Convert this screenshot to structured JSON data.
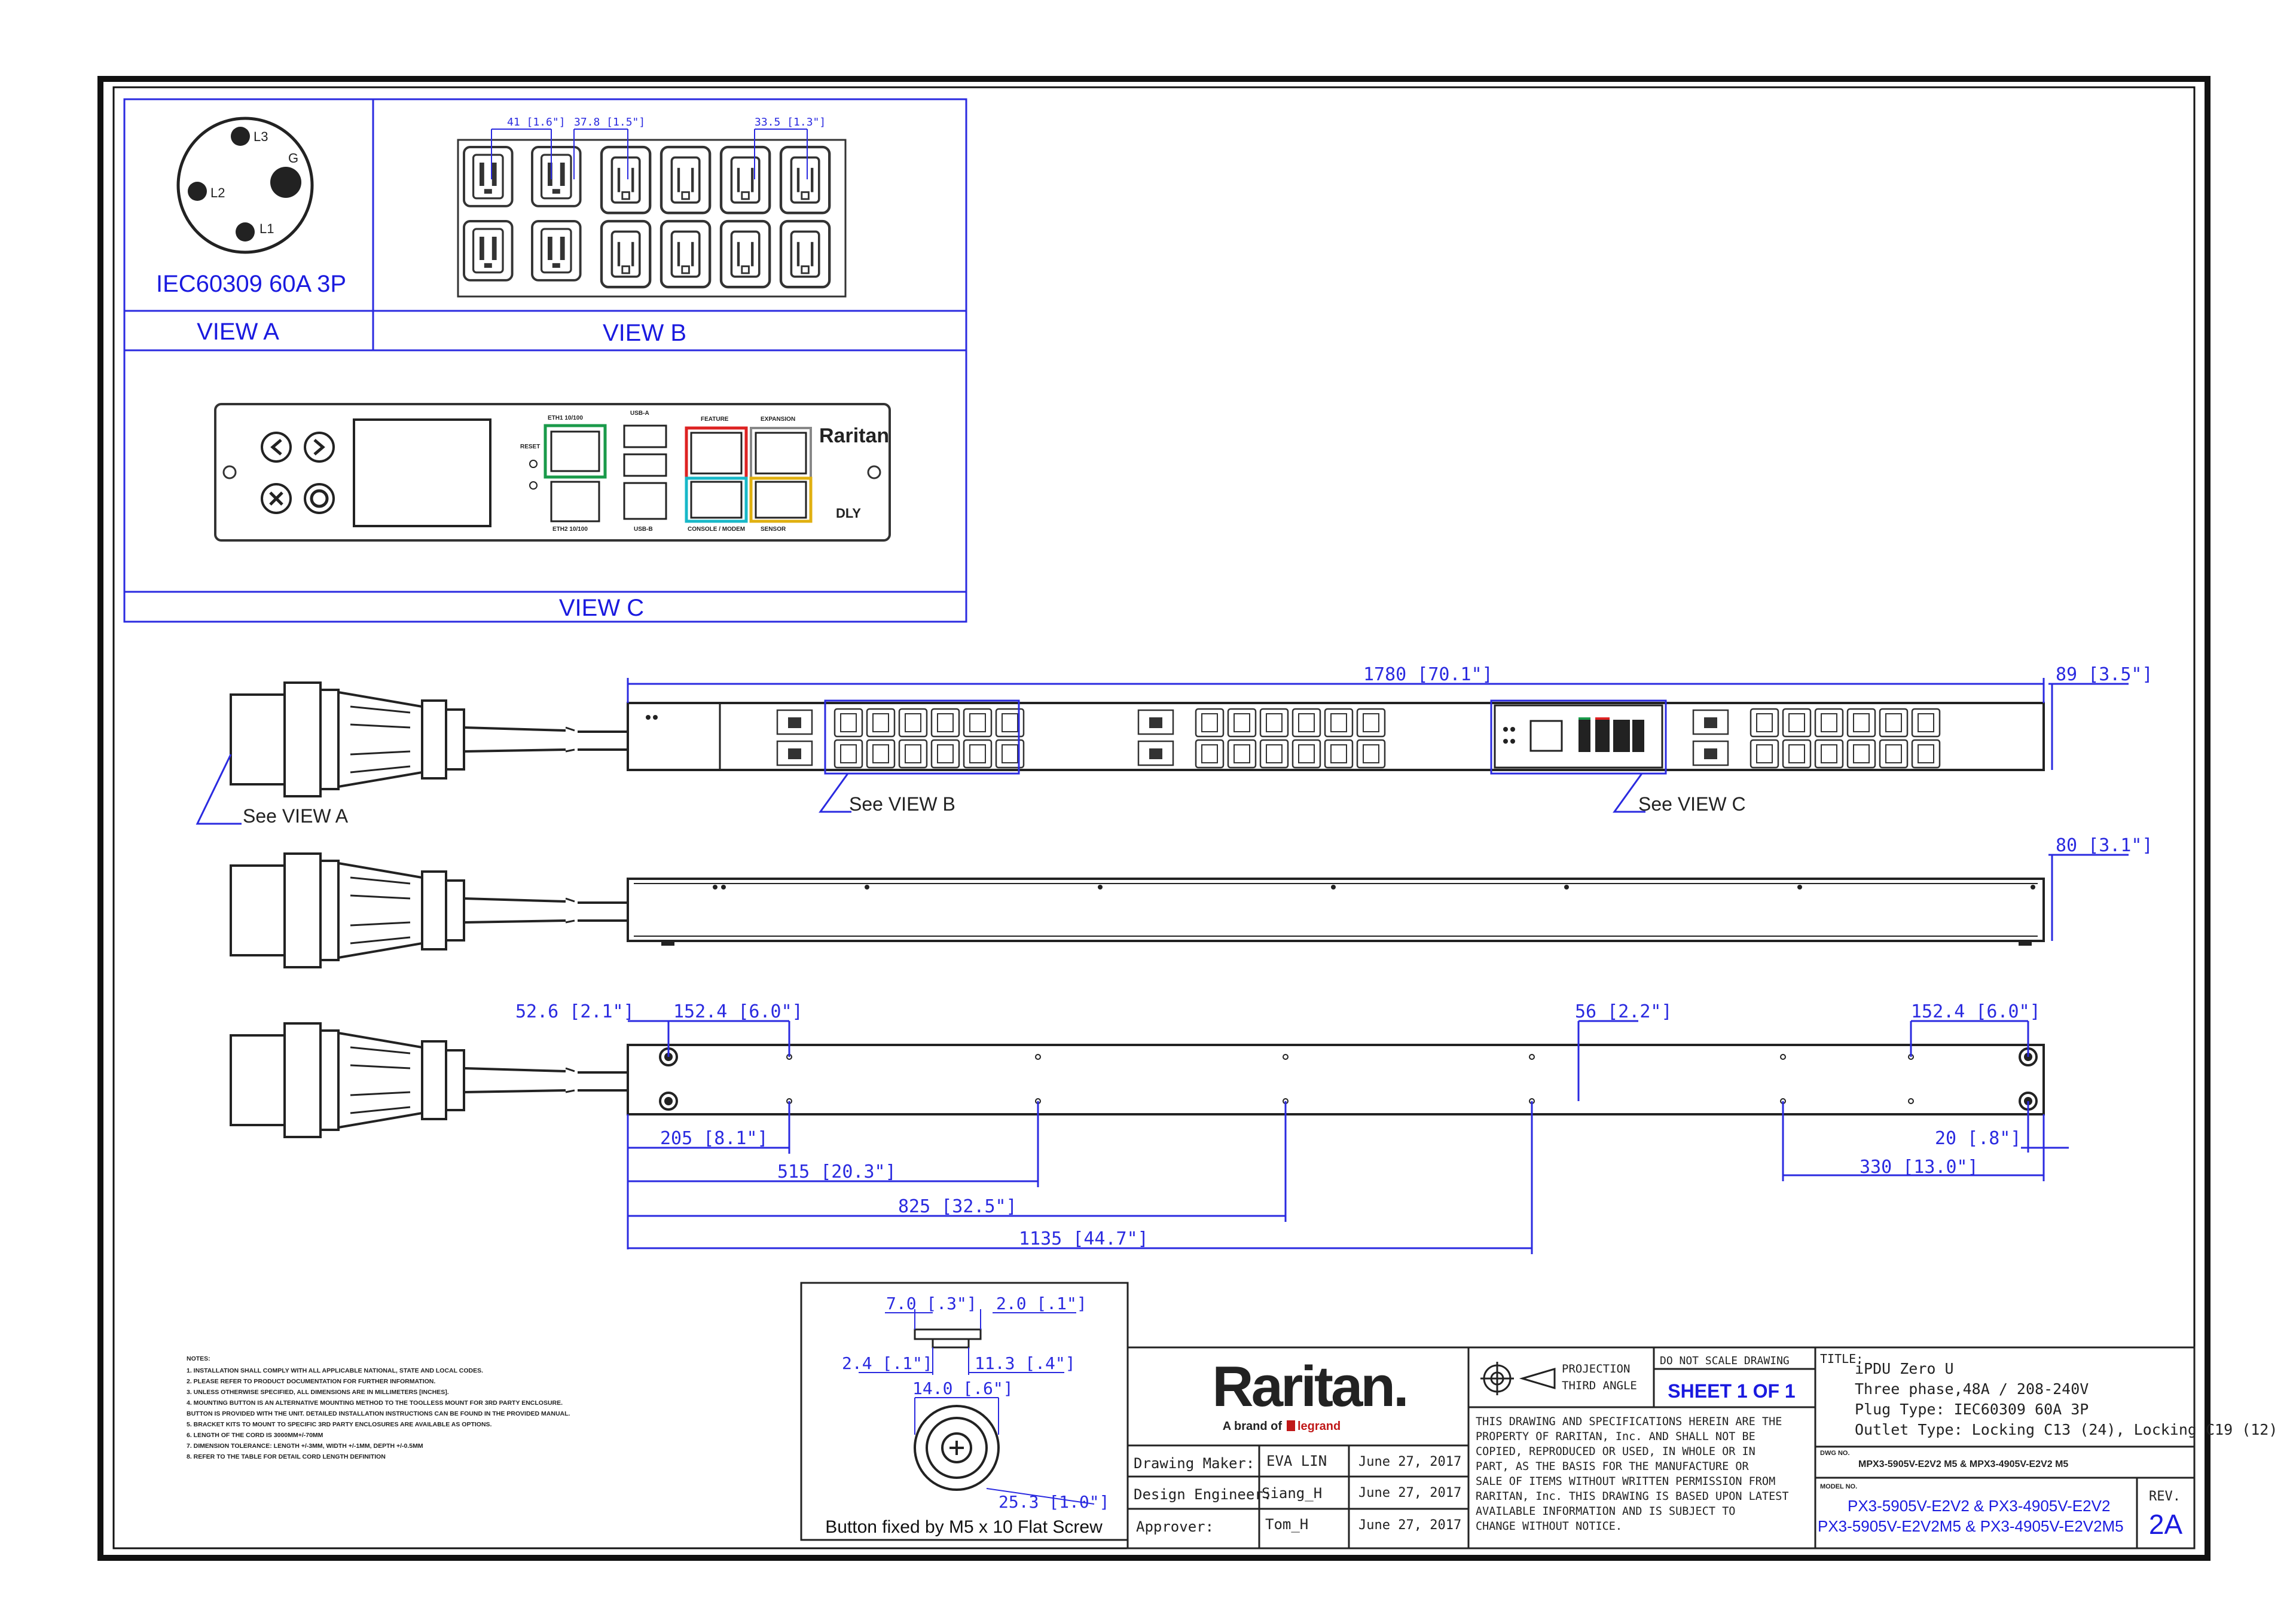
{
  "views": {
    "view_a": {
      "title": "VIEW A",
      "plug_name": "IEC60309 60A 3P",
      "pins": [
        "L3",
        "L2",
        "G",
        "L1"
      ]
    },
    "view_b": {
      "title": "VIEW B",
      "dims": [
        "41 [1.6\"]",
        "37.8 [1.5\"]",
        "33.5 [1.3\"]"
      ]
    },
    "view_c": {
      "title": "VIEW C",
      "port_labels": [
        "ETH1 10/100",
        "USB-A",
        "FEATURE",
        "EXPANSION",
        "RESET",
        "ETH2 10/100",
        "USB-B",
        "CONSOLE / MODEM",
        "SENSOR"
      ],
      "brand": "Raritan",
      "mark": "DLY"
    }
  },
  "callouts": {
    "see_a": "See VIEW A",
    "see_b": "See VIEW B",
    "see_c": "See VIEW C"
  },
  "dimensions": {
    "length": "1780 [70.1\"]",
    "width": "89 [3.5\"]",
    "depth": "80 [3.1\"]",
    "d52": "52.6 [2.1\"]",
    "d152a": "152.4 [6.0\"]",
    "d56": "56 [2.2\"]",
    "d152b": "152.4 [6.0\"]",
    "d205": "205 [8.1\"]",
    "d515": "515 [20.3\"]",
    "d825": "825 [32.5\"]",
    "d1135": "1135 [44.7\"]",
    "d20": "20 [.8\"]",
    "d330": "330 [13.0\"]"
  },
  "button_detail": {
    "dims": [
      "7.0 [.3\"]",
      "2.0 [.1\"]",
      "2.4 [.1\"]",
      "11.3 [.4\"]",
      "14.0 [.6\"]",
      "25.3 [1.0\"]"
    ],
    "caption": "Button fixed by M5 x 10 Flat Screw"
  },
  "notes": [
    "NOTES:",
    "1. INSTALLATION SHALL COMPLY WITH ALL APPLICABLE NATIONAL, STATE AND LOCAL CODES.",
    "2. PLEASE REFER TO PRODUCT DOCUMENTATION FOR FURTHER INFORMATION.",
    "3. UNLESS OTHERWISE SPECIFIED, ALL DIMENSIONS ARE IN MILLIMETERS [INCHES].",
    "4. MOUNTING BUTTON IS AN ALTERNATIVE MOUNTING METHOD TO THE TOOLLESS MOUNT FOR 3RD PARTY ENCLOSURE.",
    "   BUTTON IS PROVIDED WITH THE UNIT. DETAILED INSTALLATION INSTRUCTIONS CAN BE FOUND IN THE PROVIDED MANUAL.",
    "5. BRACKET KITS TO MOUNT TO SPECIFIC 3RD PARTY ENCLOSURES ARE AVAILABLE AS OPTIONS.",
    "6. LENGTH OF THE CORD IS 3000MM+/-70MM",
    "7. DIMENSION TOLERANCE: LENGTH +/-3MM, WIDTH +/-1MM, DEPTH +/-0.5MM",
    "8. REFER TO THE TABLE FOR DETAIL CORD LENGTH DEFINITION"
  ],
  "title_block": {
    "brand": "Raritan.",
    "brand_sub_a": "A brand of",
    "brand_sub_b": "legrand",
    "rows": [
      {
        "role": "Drawing Maker:",
        "name": "EVA LIN",
        "date": "June 27, 2017"
      },
      {
        "role": "Design Engineer:",
        "name": "Siang_H",
        "date": "June 27, 2017"
      },
      {
        "role": "Approver:",
        "name": "Tom_H",
        "date": "June 27, 2017"
      }
    ],
    "projection_a": "PROJECTION",
    "projection_b": "THIRD ANGLE",
    "do_not_scale": "DO NOT SCALE DRAWING",
    "sheet": "SHEET 1 OF 1",
    "proprietary": [
      "THIS DRAWING AND SPECIFICATIONS HEREIN ARE THE",
      "PROPERTY OF RARITAN, Inc. AND SHALL NOT BE",
      "COPIED, REPRODUCED OR USED, IN WHOLE OR IN",
      "PART, AS THE BASIS FOR THE MANUFACTURE OR",
      "SALE OF ITEMS WITHOUT WRITTEN PERMISSION FROM",
      "RARITAN, Inc. THIS DRAWING IS BASED UPON LATEST",
      "AVAILABLE INFORMATION AND IS SUBJECT TO",
      "CHANGE WITHOUT NOTICE."
    ],
    "title_label": "TITLE:",
    "title_lines": [
      "iPDU Zero U",
      "Three phase,48A / 208-240V",
      "Plug Type: IEC60309 60A 3P",
      "Outlet Type: Locking C13 (24), Locking C19 (12)"
    ],
    "dwg_label": "DWG NO.",
    "dwg_no": "MPX3-5905V-E2V2 M5 & MPX3-4905V-E2V2 M5",
    "model_label": "MODEL NO.",
    "model_line1": "PX3-5905V-E2V2 & PX3-4905V-E2V2",
    "model_line2": "PX3-5905V-E2V2M5 & PX3-4905V-E2V2M5",
    "rev_label": "REV.",
    "rev": "2A"
  }
}
